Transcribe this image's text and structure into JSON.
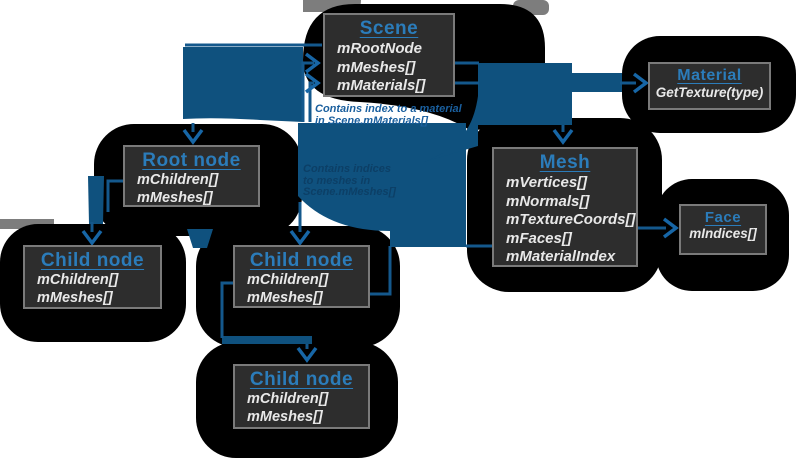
{
  "diagram": {
    "boxes": {
      "scene": {
        "title": "Scene",
        "members": [
          "mRootNode",
          "mMeshes[]",
          "mMaterials[]"
        ]
      },
      "material": {
        "title": "Material",
        "members": [
          "GetTexture(type)"
        ]
      },
      "mesh": {
        "title": "Mesh",
        "members": [
          "mVertices[]",
          "mNormals[]",
          "mTextureCoords[]",
          "mFaces[]",
          "mMaterialIndex"
        ]
      },
      "face": {
        "title": "Face",
        "members": [
          "mIndices[]"
        ]
      },
      "root_node": {
        "title": "Root node",
        "members": [
          "mChildren[]",
          "mMeshes[]"
        ]
      },
      "child_node_1": {
        "title": "Child node",
        "members": [
          "mChildren[]",
          "mMeshes[]"
        ]
      },
      "child_node_2": {
        "title": "Child node",
        "members": [
          "mChildren[]",
          "mMeshes[]"
        ]
      },
      "child_node_3": {
        "title": "Child node",
        "members": [
          "mChildren[]",
          "mMeshes[]"
        ]
      }
    },
    "annotations": {
      "material_note": {
        "line1": "Contains index to a material",
        "line2": "in Scene.mMaterials[]"
      },
      "mesh_note": {
        "line1": "Contains indices",
        "line2": "to meshes in",
        "line3": "Scene.mMeshes[]"
      }
    },
    "colors": {
      "background": "#ffffff",
      "blob_black": "#000000",
      "gray_accent": "#7d7d7d",
      "swoosh_blue": "#0f517e",
      "line_blue": "#14588c",
      "arrowhead_blue": "#1766a6",
      "title_blue": "#2b7cba",
      "box_bg": "#2d2d2d",
      "box_border": "#7a7a7a",
      "member_text": "#e8e8e8",
      "note_blue": "#1a5f9e",
      "faint_note_blue": "#0c3f66"
    }
  }
}
